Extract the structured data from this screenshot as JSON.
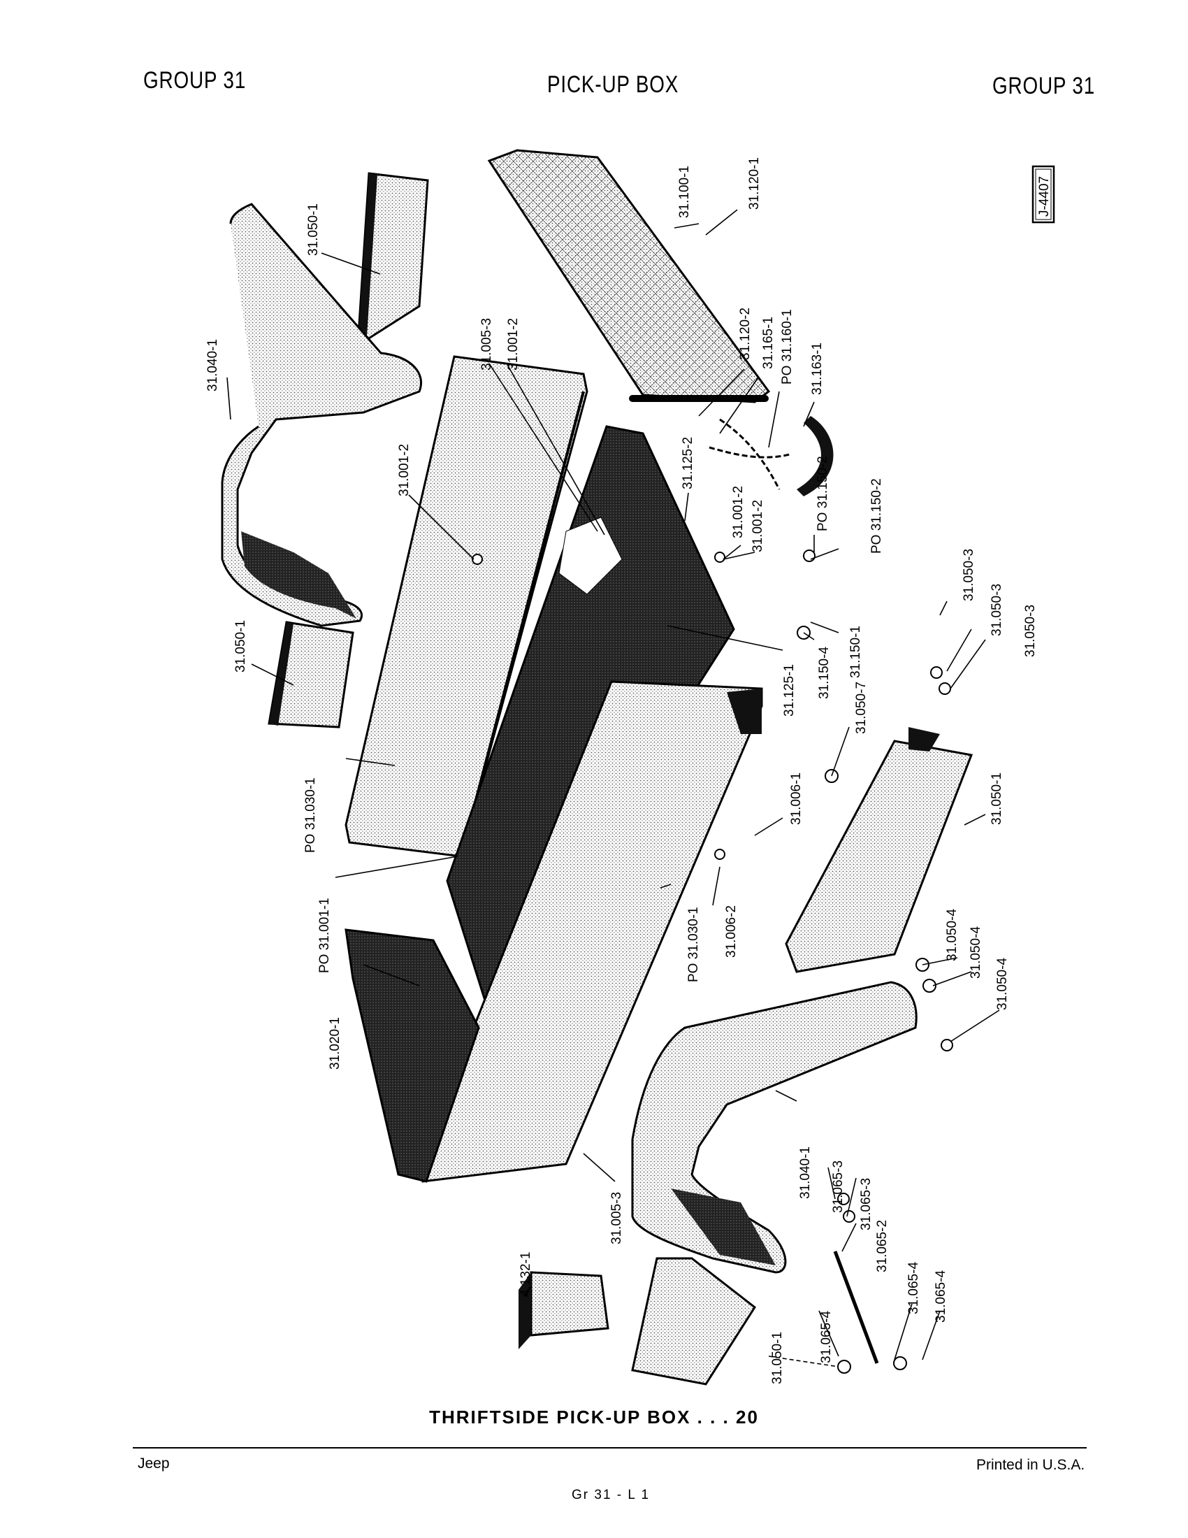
{
  "header": {
    "left": "GROUP 31",
    "center": "PICK-UP BOX",
    "right": "GROUP 31"
  },
  "figure_id": "J-4407",
  "labels": {
    "l_31_050_1_a": "31.050-1",
    "l_31_040_1_a": "31.040-1",
    "l_31_050_1_b": "31.050-1",
    "l_31_001_2_a": "31.001-2",
    "l_31_005_3_a": "31.005-3",
    "l_31_001_2_b": "31.001-2",
    "l_po_31_030_1_a": "PO 31.030-1",
    "l_po_31_001_1": "PO 31.001-1",
    "l_31_020_1": "31.020-1",
    "l_31_100_1": "31.100-1",
    "l_31_120_1": "31.120-1",
    "l_31_120_2": "31.120-2",
    "l_31_165_1": "31.165-1",
    "l_po_31_160_1": "PO 31.160-1",
    "l_31_163_1": "31.163-1",
    "l_31_125_2": "31.125-2",
    "l_31_001_2_c": "31.001-2",
    "l_31_001_2_d": "31.001-2",
    "l_po_31_150_2_a": "PO 31.150-2",
    "l_po_31_150_2_b": "PO 31.150-2",
    "l_31_150_4": "31.150-4",
    "l_31_150_1": "31.150-1",
    "l_31_125_1": "31.125-1",
    "l_31_050_7": "31.050-7",
    "l_31_050_3_a": "31.050-3",
    "l_31_050_3_b": "31.050-3",
    "l_31_050_3_c": "31.050-3",
    "l_31_006_1": "31.006-1",
    "l_31_050_1_c": "31.050-1",
    "l_31_006_2": "31.006-2",
    "l_po_31_030_1_b": "PO 31.030-1",
    "l_31_050_4_a": "31.050-4",
    "l_31_050_4_b": "31.050-4",
    "l_31_050_4_c": "31.050-4",
    "l_31_040_1_b": "31.040-1",
    "l_31_005_3_b": "31.005-3",
    "l_31_065_3_a": "31.065-3",
    "l_31_065_3_b": "31.065-3",
    "l_31_065_2": "31.065-2",
    "l_31_065_4_a": "31.065-4",
    "l_31_065_4_b": "31.065-4",
    "l_31_065_4_c": "31.065-4",
    "l_4_132_1": "4.132-1",
    "l_31_050_1_d": "31.050-1"
  },
  "caption": "THRIFTSIDE PICK-UP BOX . . . 20",
  "footer": {
    "left": "Jeep",
    "center": "Gr 31 - L 1",
    "right": "Printed in U.S.A."
  }
}
